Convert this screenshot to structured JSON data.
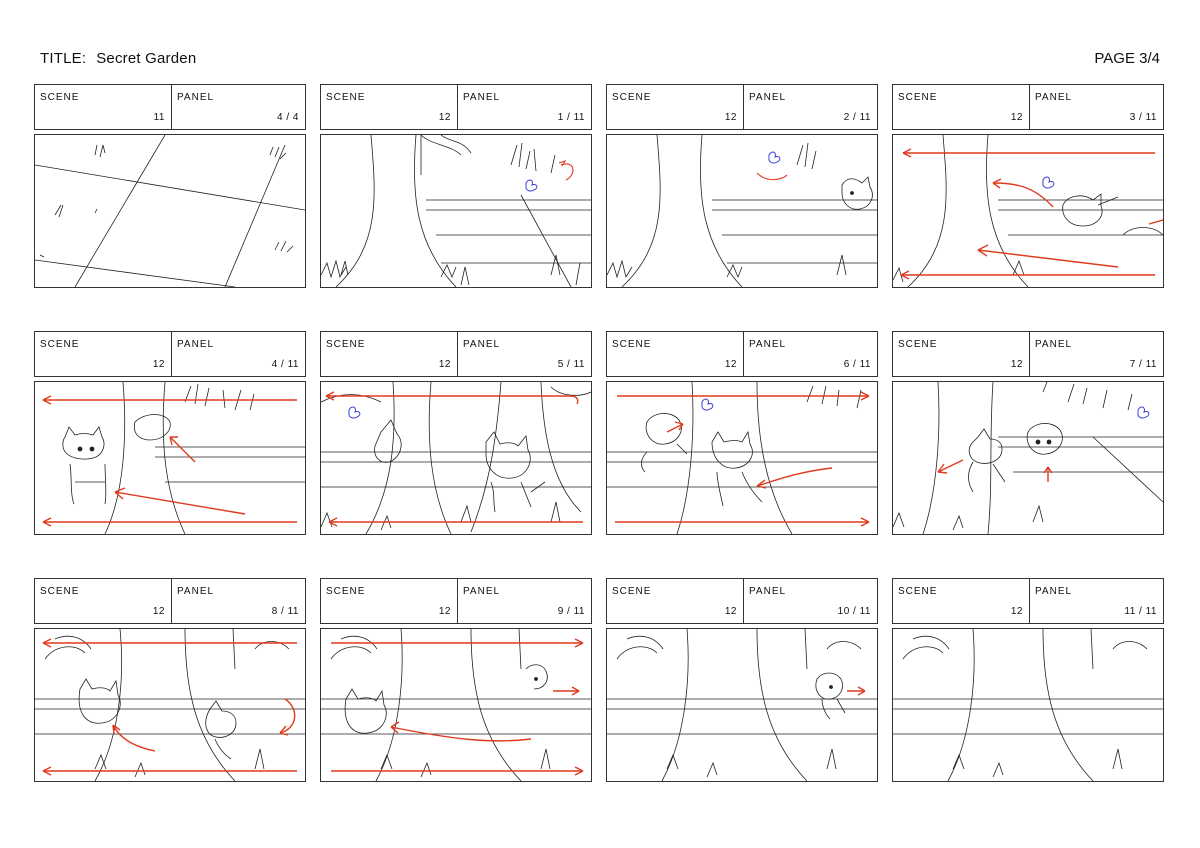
{
  "header": {
    "title_label": "TITLE:",
    "title": "Secret Garden",
    "page": "PAGE 3/4"
  },
  "labels": {
    "scene": "SCENE",
    "panel": "PANEL"
  },
  "colors": {
    "sketch": "#222222",
    "direction_arrow": "#e03a1e",
    "butterfly": "#3a3fd8"
  },
  "panels": [
    {
      "scene": "11",
      "panel": "4 / 4"
    },
    {
      "scene": "12",
      "panel": "1 / 11"
    },
    {
      "scene": "12",
      "panel": "2 / 11"
    },
    {
      "scene": "12",
      "panel": "3 / 11"
    },
    {
      "scene": "12",
      "panel": "4 / 11"
    },
    {
      "scene": "12",
      "panel": "5 / 11"
    },
    {
      "scene": "12",
      "panel": "6 / 11"
    },
    {
      "scene": "12",
      "panel": "7 / 11"
    },
    {
      "scene": "12",
      "panel": "8 / 11"
    },
    {
      "scene": "12",
      "panel": "9 / 11"
    },
    {
      "scene": "12",
      "panel": "10 / 11"
    },
    {
      "scene": "12",
      "panel": "11 / 11"
    }
  ]
}
